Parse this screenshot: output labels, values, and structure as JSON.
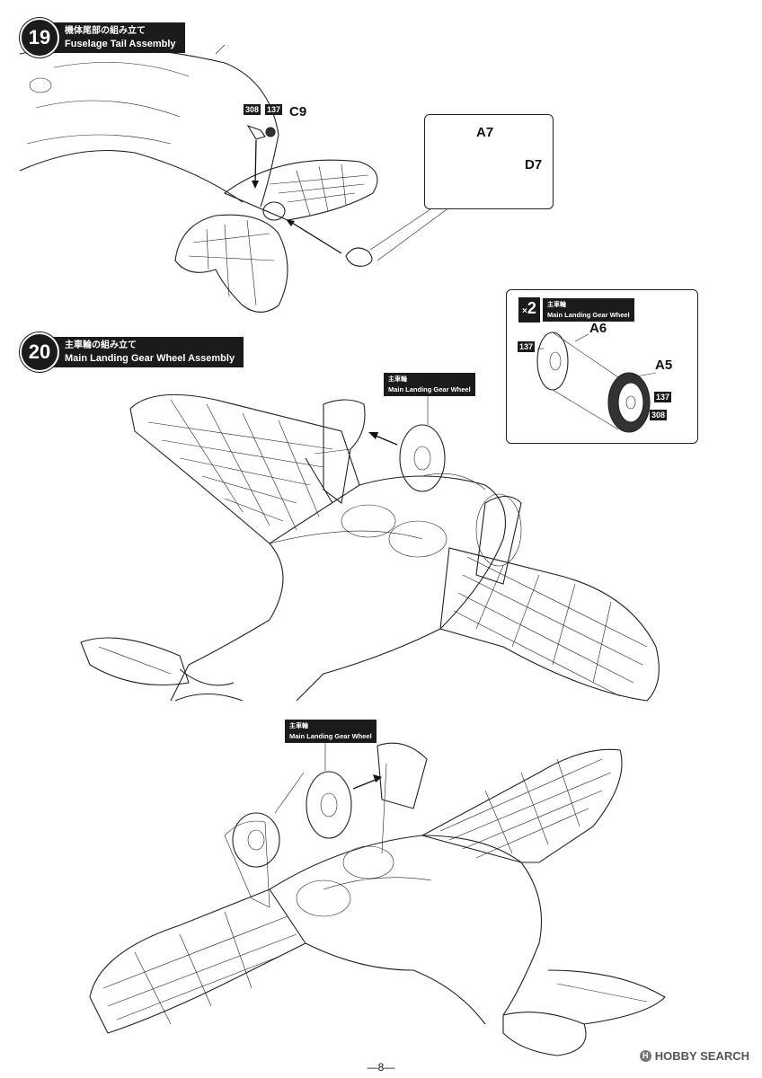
{
  "step19": {
    "number": "19",
    "title_jp": "機体尾部の組み立て",
    "title_en": "Fuselage Tail Assembly",
    "parts": {
      "c9": "C9",
      "a7": "A7",
      "d7": "D7"
    },
    "paint_codes": {
      "p308": "308",
      "p137": "137"
    }
  },
  "step20": {
    "number": "20",
    "title_jp": "主車輪の組み立て",
    "title_en": "Main Landing Gear Wheel Assembly",
    "callout_top": {
      "jp": "主車輪",
      "en": "Main Landing Gear Wheel"
    },
    "callout_bottom": {
      "jp": "主車輪",
      "en": "Main Landing Gear Wheel"
    },
    "detail": {
      "qty": "2",
      "qty_prefix": "×",
      "title_jp": "主車輪",
      "title_en": "Main Landing Gear Wheel",
      "parts": {
        "a6": "A6",
        "a5": "A5"
      },
      "paint_codes": {
        "left137": "137",
        "right137": "137",
        "right308": "308"
      }
    }
  },
  "footer": {
    "page_number": "—8—",
    "watermark_logo": "H",
    "watermark_text": "HOBBY SEARCH"
  }
}
